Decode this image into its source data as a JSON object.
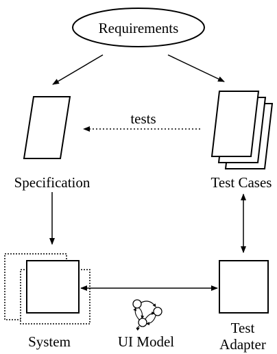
{
  "diagram": {
    "requirements_label": "Requirements",
    "tests_label": "tests",
    "specification_label": "Specification",
    "test_cases_label": "Test Cases",
    "system_label": "System",
    "ui_model_label": "UI Model",
    "test_adapter_label_line1": "Test",
    "test_adapter_label_line2": "Adapter"
  },
  "colors": {
    "stroke": "#000000",
    "background": "#ffffff"
  }
}
